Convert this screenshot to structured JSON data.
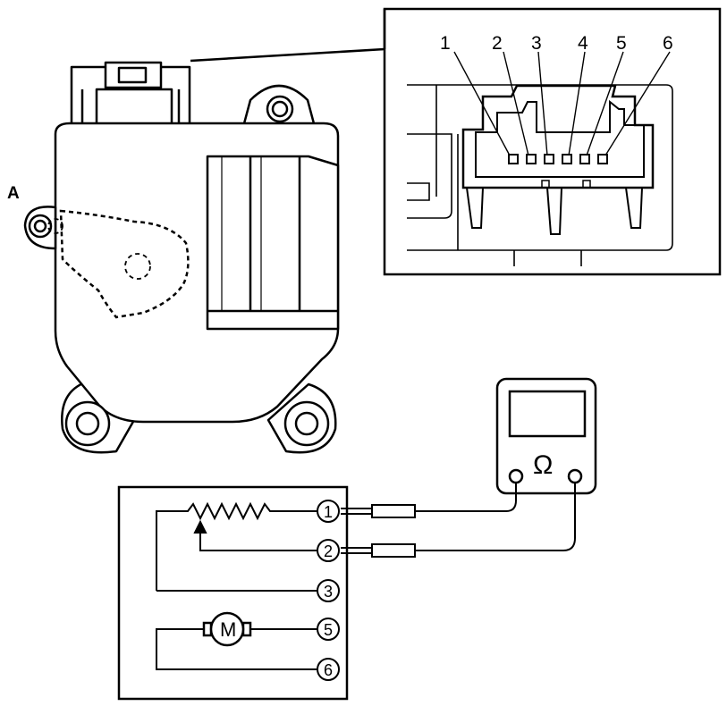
{
  "callout_label": "A",
  "connector_pins": [
    "1",
    "2",
    "3",
    "4",
    "5",
    "6"
  ],
  "meter_symbol": "Ω",
  "circuit_nodes": [
    "1",
    "2",
    "3",
    "5",
    "6"
  ],
  "motor_label": "M"
}
